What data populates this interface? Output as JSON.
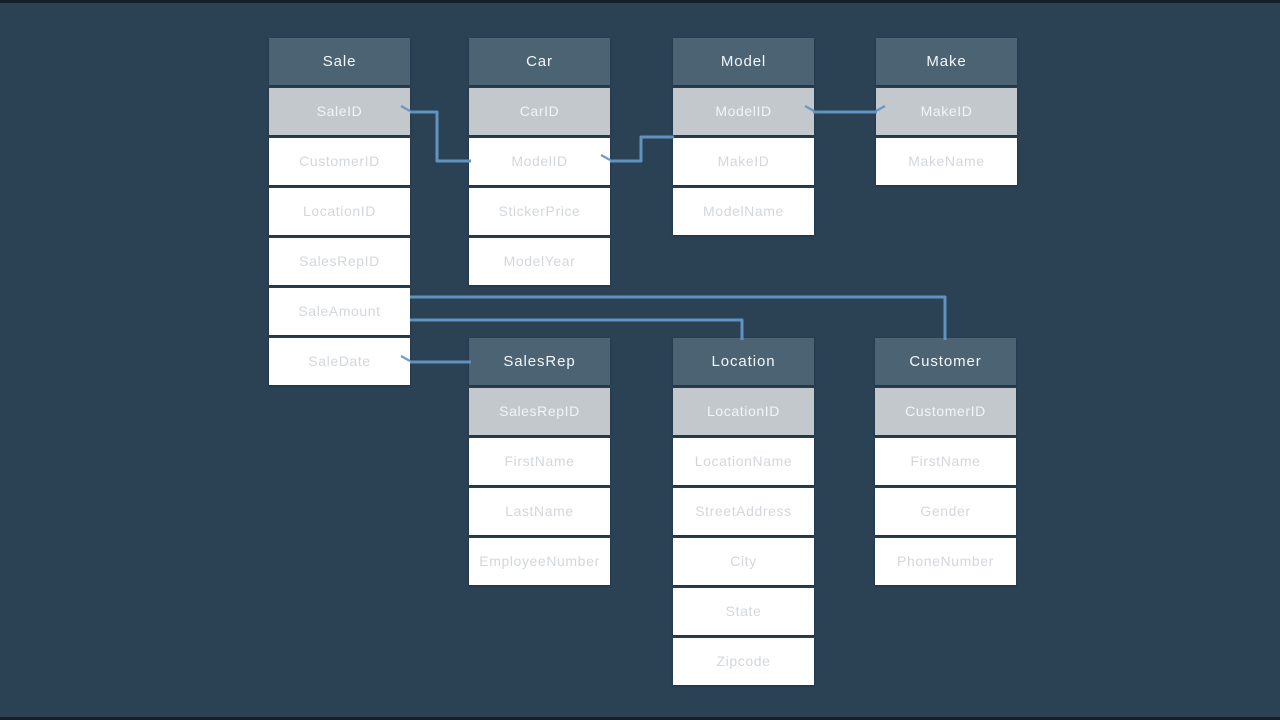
{
  "canvas": {
    "background": "#2B4154",
    "letterbox_color": "#15202B"
  },
  "palette": {
    "header_bg": "#4C6374",
    "header_text": "#F3F6F7",
    "key_bg": "#C3C8CC",
    "key_text": "#F2F5F7",
    "row_bg": "#FFFFFF",
    "row_text": "#D3D7DB",
    "line": "#6292C0"
  },
  "diagram": {
    "tables": [
      {
        "id": "sale",
        "title": "Sale",
        "key_field": "SaleID",
        "fields": [
          "SaleID",
          "CustomerID",
          "LocationID",
          "SalesRepID",
          "SaleAmount",
          "SaleDate"
        ]
      },
      {
        "id": "car",
        "title": "Car",
        "key_field": "CarID",
        "fields": [
          "CarID",
          "ModelID",
          "StickerPrice",
          "ModelYear"
        ]
      },
      {
        "id": "model",
        "title": "Model",
        "key_field": "ModelID",
        "fields": [
          "ModelID",
          "MakeID",
          "ModelName"
        ]
      },
      {
        "id": "make",
        "title": "Make",
        "key_field": "MakeID",
        "fields": [
          "MakeID",
          "MakeName"
        ]
      },
      {
        "id": "salesrep",
        "title": "SalesRep",
        "key_field": "SalesRepID",
        "fields": [
          "SalesRepID",
          "FirstName",
          "LastName",
          "EmployeeNumber"
        ]
      },
      {
        "id": "location",
        "title": "Location",
        "key_field": "LocationID",
        "fields": [
          "LocationID",
          "LocationName",
          "StreetAddress",
          "City",
          "State",
          "Zipcode"
        ]
      },
      {
        "id": "customer",
        "title": "Customer",
        "key_field": "CustomerID",
        "fields": [
          "CustomerID",
          "FirstName",
          "Gender",
          "PhoneNumber"
        ]
      }
    ],
    "relationships": [
      {
        "from": "Sale.SaleID",
        "to": "Car.ModelID"
      },
      {
        "from": "Car.ModelID",
        "to": "Model.ModelID"
      },
      {
        "from": "Model.ModelID",
        "to": "Make.MakeID"
      },
      {
        "from": "Sale",
        "to": "Customer.CustomerID"
      },
      {
        "from": "Sale",
        "to": "Location.LocationID"
      },
      {
        "from": "Sale.SaleDate",
        "to": "SalesRep.SalesRepID"
      }
    ]
  }
}
